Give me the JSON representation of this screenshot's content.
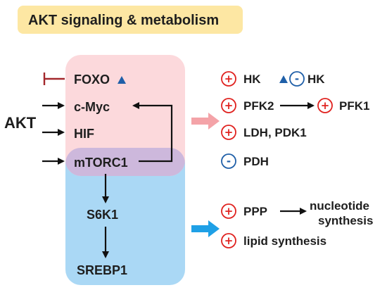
{
  "title": "AKT signaling & metabolism",
  "akt_label": "AKT",
  "nodes": {
    "foxo": "FOXO",
    "cmyc": "c-Myc",
    "hif": "HIF",
    "mtorc1": "mTORC1",
    "s6k1": "S6K1",
    "srebp1": "SREBP1"
  },
  "effects": {
    "hk": {
      "sign": "+",
      "label": "HK"
    },
    "hk_foxo": {
      "sign": "-",
      "label": "HK"
    },
    "pfk2": {
      "sign": "+",
      "label": "PFK2"
    },
    "pfk1": {
      "sign": "+",
      "label": "PFK1"
    },
    "ldh_pdk1": {
      "sign": "+",
      "label": "LDH, PDK1"
    },
    "pdh": {
      "sign": "-",
      "label": "PDH"
    },
    "ppp": {
      "sign": "+",
      "label": "PPP"
    },
    "nucleotide_synthesis": {
      "line1": "nucleotide",
      "line2": "synthesis"
    },
    "lipid": {
      "sign": "+",
      "label": "lipid synthesis"
    }
  },
  "colors": {
    "title_bg": "#fde7a3",
    "pink_region": "#fcd9dc",
    "blue_region": "#aad8f5",
    "overlap_region": "#cdb8dc",
    "inhibition": "#a3282c",
    "positive": "#e0221f",
    "negative": "#1f5fa8",
    "pink_arrow": "#f4a3a8",
    "blue_arrow": "#1fa0e6"
  },
  "icons": {
    "foxo_marker": "triangle-icon",
    "hk_marker": "triangle-icon",
    "positive": "plus-circle-icon",
    "negative": "minus-circle-icon"
  }
}
